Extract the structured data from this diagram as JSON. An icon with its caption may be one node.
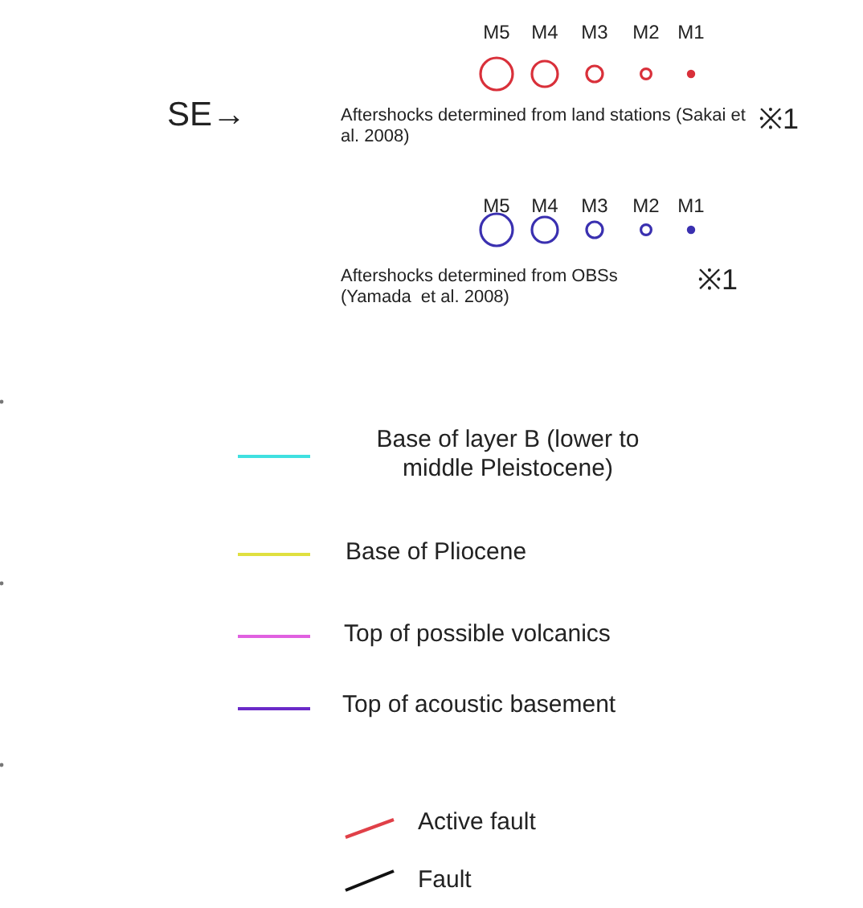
{
  "diagram": {
    "labels": [
      "M5",
      "M4",
      "M3",
      "M2",
      "M1",
      "SE→",
      "Aftershocks determined from land stations (Sakai et al. 2008)",
      "※1",
      "M5",
      "M4",
      "M3",
      "M2",
      "M1",
      "Aftershocks determined from OBSs (Yamada  et al. 2008)",
      "※1"
    ],
    "legend": [
      {
        "text": "Base of layer B (lower to middle Pleistocene)"
      },
      {
        "text": "Base of Pliocene"
      },
      {
        "text": "Top of possible volcanics"
      },
      {
        "text": "Top of acoustic basement"
      },
      {
        "text": "Active fault"
      },
      {
        "text": "Fault"
      }
    ]
  }
}
